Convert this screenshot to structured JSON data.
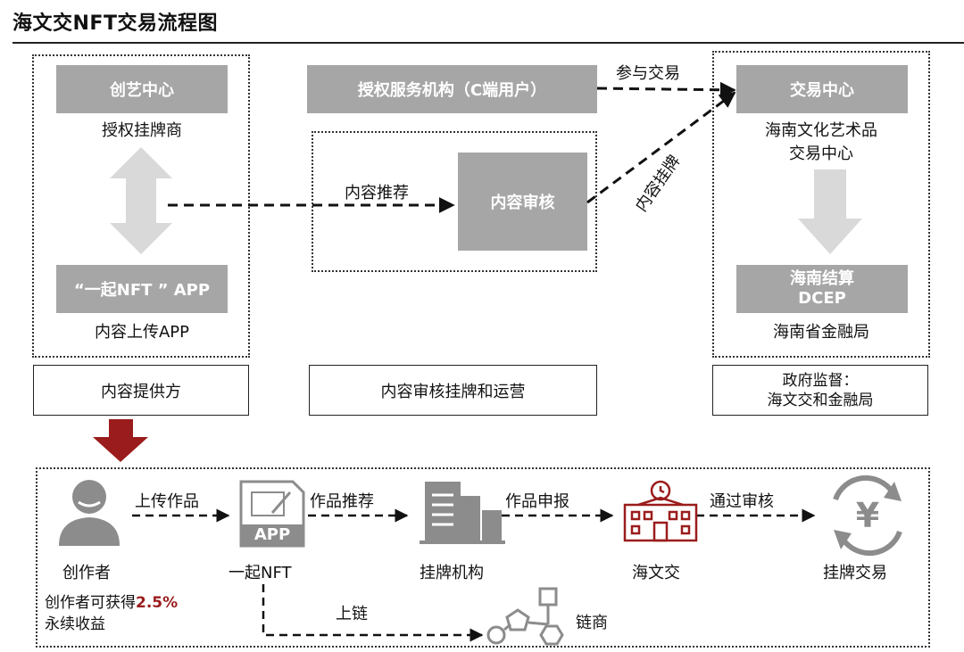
{
  "title": "海文交NFT交易流程图",
  "left": {
    "top_box": "创艺中心",
    "top_caption": "授权挂牌商",
    "bottom_box": "“一起NFT ” APP",
    "bottom_caption": "内容上传APP",
    "footer": "内容提供方"
  },
  "middle": {
    "top_box": "授权服务机构（C端用户）",
    "review_box": "内容审核",
    "arrow_label": "内容推荐",
    "footer": "内容审核挂牌和运营"
  },
  "right": {
    "top_box": "交易中心",
    "top_caption_1": "海南文化艺术品",
    "top_caption_2": "交易中心",
    "bottom_box_1": "海南结算",
    "bottom_box_2": "DCEP",
    "bottom_caption": "海南省金融局",
    "footer_1": "政府监督：",
    "footer_2": "海文交和金融局"
  },
  "arrows": {
    "participate": "参与交易",
    "listing": "内容挂牌"
  },
  "flow": {
    "nodes": [
      "创作者",
      "一起NFT",
      "挂牌机构",
      "海文交",
      "挂牌交易"
    ],
    "edges": [
      "上传作品",
      "作品推荐",
      "作品申报",
      "通过审核"
    ],
    "app_badge": "APP",
    "creator_note_1": "创作者可获得",
    "creator_note_highlight": "2.5%",
    "creator_note_2": "永续收益",
    "chain_label": "上链",
    "chain_node": "链商",
    "currency_symbol": "¥"
  },
  "colors": {
    "gray_box": "#a6a6a6",
    "light_arrow": "#d9d9d9",
    "dark_red": "#9b1c1c",
    "icon_gray": "#8c8c8c"
  }
}
